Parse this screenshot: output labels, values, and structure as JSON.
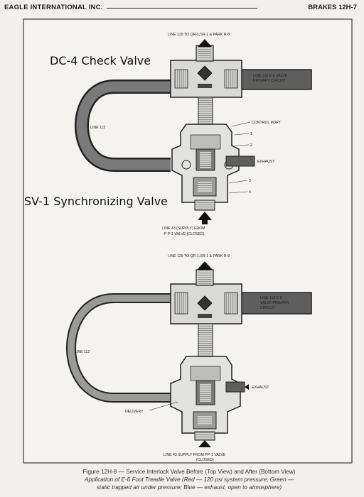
{
  "header": {
    "left": "EAGLE INTERNATIONAL INC.",
    "right": "BRAKES 12H-7"
  },
  "overlays": {
    "check_valve": "DC-4 Check Valve",
    "sync_valve": "SV-1 Synchronizing Valve"
  },
  "top_view": {
    "line_129": "LINE 129 TO QR-1,SR-1 & PARK R-8",
    "line_116_a": "LINE 116 E-6 VALVE",
    "line_116_b": "PRIMARY CIRCUIT",
    "line_112": "LINE 112",
    "control_port": "CONTROL PORT",
    "exhaust": "EXHAUST",
    "line_43_a": "LINE 43 (SUPPLY) FROM",
    "line_43_b": "P P-1 VALVE (CLOSED)",
    "callouts": [
      "1",
      "2",
      "3",
      "4"
    ]
  },
  "bottom_view": {
    "line_129": "LINE 129 TO QR-1,SR-1 & PARK R-8",
    "line_116_a": "LINE 116 E-6",
    "line_116_b": "VALVE PRIMARY",
    "line_116_c": "CIRCUIT",
    "line_112": "LINE 112",
    "exhaust": "EXHAUST",
    "delivery": "DELIVERY",
    "line_43_a": "LINE 43 SUPPLY FROM PP-1 VALVE",
    "line_43_b": "(CLOSED)"
  },
  "caption": {
    "line1": "Figure 12H-8 — Service Interlock Valve Before (Top View) and After (Bottom View)",
    "line2": "Application of E-6 Foot Treadle Valve (Red — 120 psi system pressure; Green —",
    "line3": "static trapped air under pressure; Blue — exhaust, open to atmosphere)"
  }
}
